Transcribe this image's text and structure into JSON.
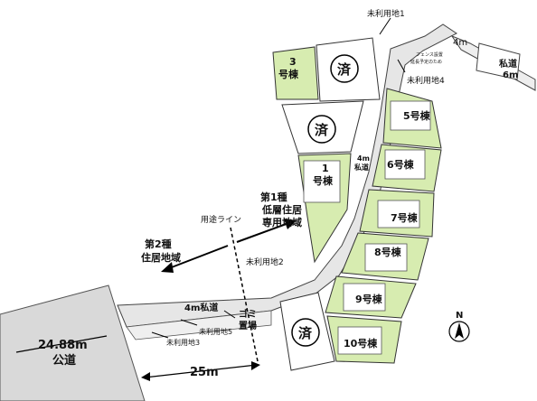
{
  "labels": {
    "unused1": "未利用地1",
    "unused2": "未利用地2",
    "unused3": "未利用地3",
    "unused4": "未利用地4",
    "unused5": "未利用地5",
    "fence_note_1": "フェンス設置",
    "fence_note_2": "延長予定のため",
    "private_road_4m_top": "4m",
    "private_road_6m_a": "私道",
    "private_road_6m_b": "6m",
    "private_road_4m_mid_a": "4m",
    "private_road_4m_mid_b": "私道",
    "private_road_4m_bottom": "4m私道",
    "zone_line": "用途ライン",
    "zone1_line1": "第1種",
    "zone1_line2": "低層住居",
    "zone1_line3": "専用地域",
    "zone2_line1": "第2種",
    "zone2_line2": "住居地域",
    "garbage_a": "ゴミ",
    "garbage_b": "置場",
    "public_road_width": "24.88m",
    "public_road_label": "公道",
    "distance_25m": "25m",
    "north": "N",
    "sold": "済"
  },
  "lots": [
    {
      "name": "3号棟",
      "line1": "3",
      "line2": "号棟"
    },
    {
      "name": "1号棟",
      "line1": "1",
      "line2": "号棟"
    },
    {
      "name": "5号棟",
      "text": "5号棟"
    },
    {
      "name": "6号棟",
      "text": "6号棟"
    },
    {
      "name": "7号棟",
      "text": "7号棟"
    },
    {
      "name": "8号棟",
      "text": "8号棟"
    },
    {
      "name": "9号棟",
      "text": "9号棟"
    },
    {
      "name": "10号棟",
      "text": "10号棟"
    }
  ],
  "colors": {
    "lot_green": "#d7ecb0",
    "road_gray": "#e8e8e8",
    "outline": "#333333",
    "road_public": "#d9d9d9"
  }
}
